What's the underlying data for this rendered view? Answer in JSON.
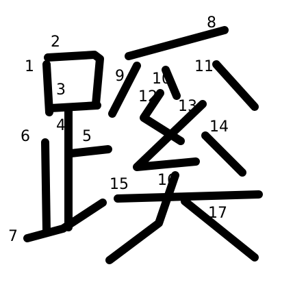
{
  "diagram": {
    "type": "kanji-stroke-order",
    "ink_color": "#000000",
    "background": "#ffffff",
    "stroke_numbers": [
      "1",
      "2",
      "3",
      "4",
      "5",
      "6",
      "7",
      "8",
      "9",
      "10",
      "11",
      "12",
      "13",
      "14",
      "15",
      "16",
      "17"
    ]
  }
}
